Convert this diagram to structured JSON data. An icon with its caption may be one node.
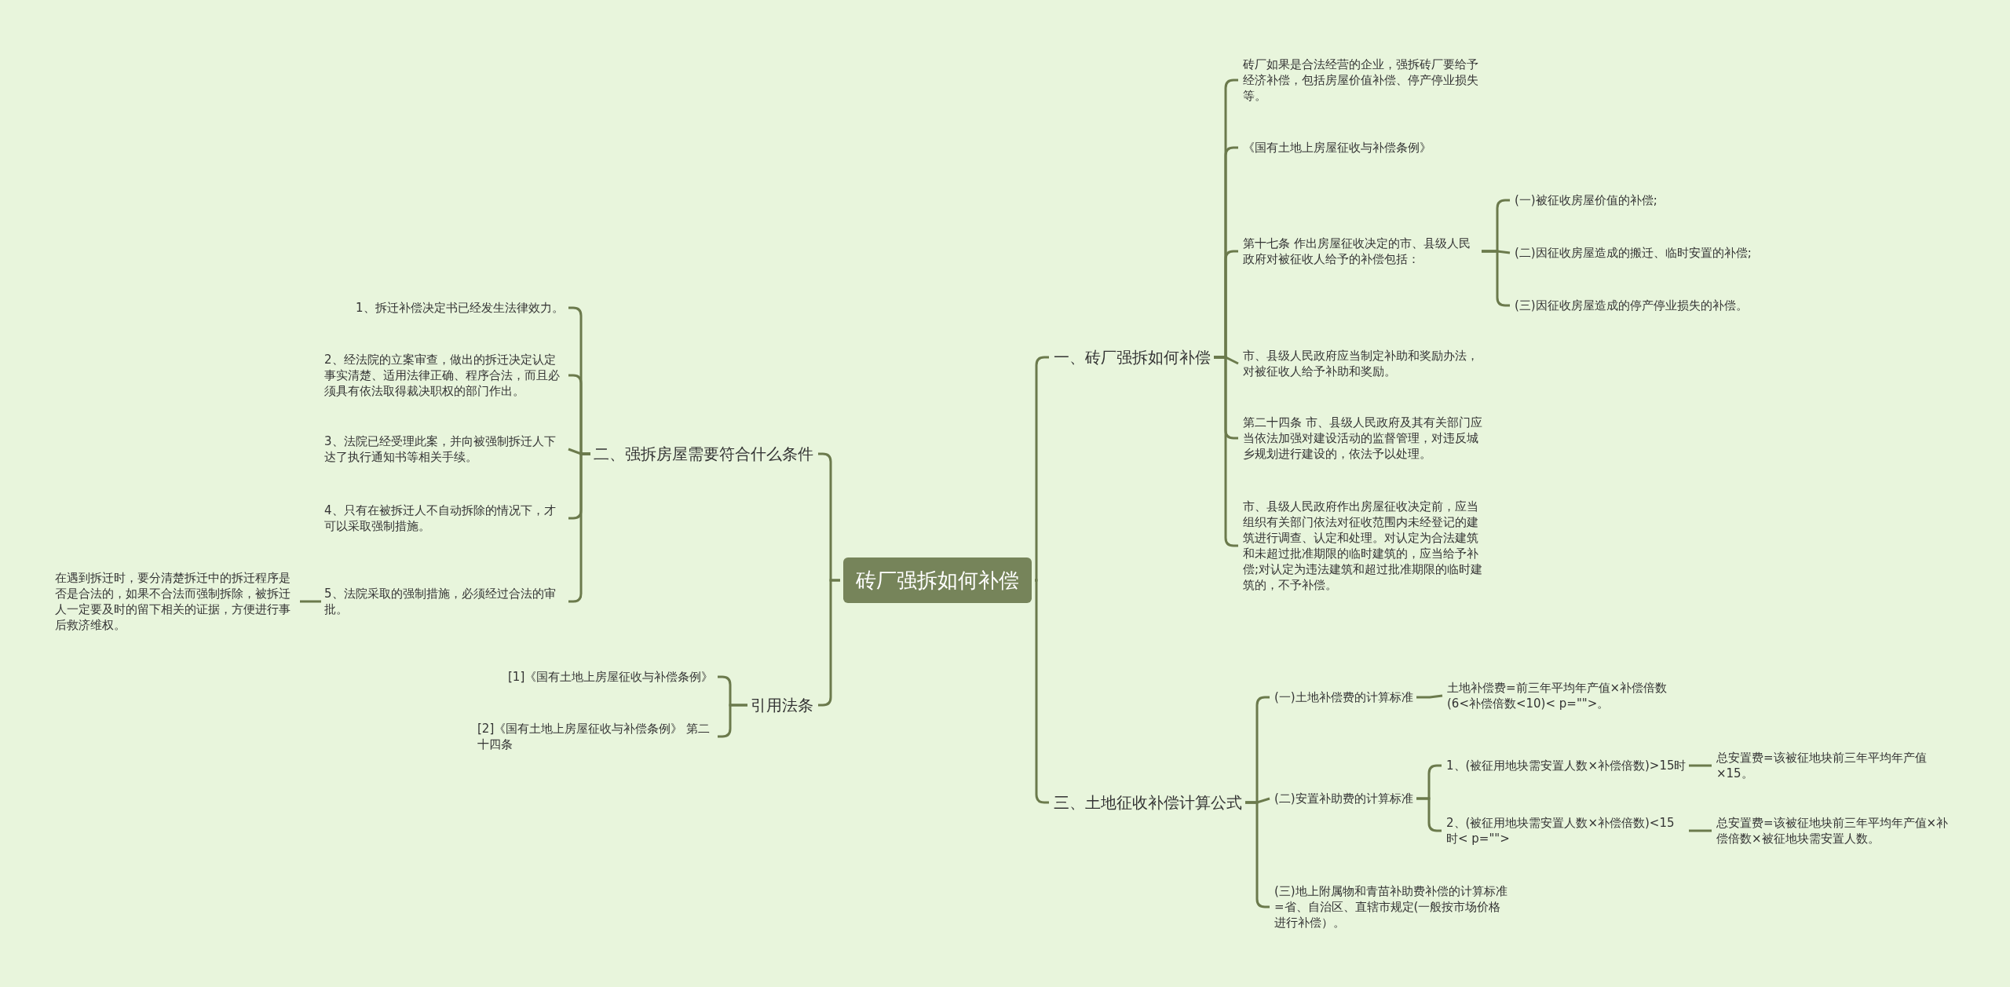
{
  "diagram": {
    "nodes": [
      {
        "text": [
          "砖厂强拆如何补偿"
        ]
      },
      {
        "text": [
          "一、砖厂强拆如何补偿"
        ]
      },
      {
        "text": [
          "二、强拆房屋需要符合什么条件"
        ]
      },
      {
        "text": [
          "引用法条"
        ]
      },
      {
        "text": [
          "三、土地征收补偿计算公式"
        ]
      },
      {
        "text": [
          "砖厂如果是合法经营的企业，强拆砖厂要给予经济补偿，包括房屋价值补偿、停产停业损失等。"
        ]
      },
      {
        "text": [
          "《国有土地上房屋征收与补偿条例》"
        ]
      },
      {
        "text": [
          "第十七条 作出房屋征收决定的市、县级人民政府对被征收人给予的补偿包括："
        ]
      },
      {
        "text": [
          "(一)被征收房屋价值的补偿;"
        ]
      },
      {
        "text": [
          "(二)因征收房屋造成的搬迁、临时安置的补偿;"
        ]
      },
      {
        "text": [
          "(三)因征收房屋造成的停产停业损失的补偿。"
        ]
      },
      {
        "text": [
          "市、县级人民政府应当制定补助和奖励办法，对被征收人给予补助和奖励。"
        ]
      },
      {
        "text": [
          "第二十四条 市、县级人民政府及其有关部门应当依法加强对建设活动的监督管理，对违反城乡规划进行建设的，依法予以处理。"
        ]
      },
      {
        "text": [
          "市、县级人民政府作出房屋征收决定前，应当组织有关部门依法对征收范围内未经登记的建筑进行调查、认定和处理。对认定为合法建筑和未超过批准期限的临时建筑的，应当给予补偿;对认定为违法建筑和超过批准期限的临时建筑的，不予补偿。"
        ]
      },
      {
        "text": [
          "1、拆迁补偿决定书已经发生法律效力。"
        ]
      },
      {
        "text": [
          "2、经法院的立案审查，做出的拆迁决定认定事实清楚、适用法律正确、程序合法，而且必须具有依法取得裁决职权的部门作出。"
        ]
      },
      {
        "text": [
          "3、法院已经受理此案，并向被强制拆迁人下达了执行通知书等相关手续。"
        ]
      },
      {
        "text": [
          "4、只有在被拆迁人不自动拆除的情况下，才可以采取强制措施。"
        ]
      },
      {
        "text": [
          "5、法院采取的强制措施，必须经过合法的审批。"
        ]
      },
      {
        "text": [
          "在遇到拆迁时，要分清楚拆迁中的拆迁程序是否是合法的，如果不合法而强制拆除，被拆迁人一定要及时的留下相关的证据，方便进行事后救济维权。"
        ]
      },
      {
        "text": [
          "[1]《国有土地上房屋征收与补偿条例》"
        ]
      },
      {
        "text": [
          "[2]《国有土地上房屋征收与补偿条例》 第二十四条"
        ]
      },
      {
        "text": [
          "(一)土地补偿费的计算标准"
        ]
      },
      {
        "text": [
          "土地补偿费=前三年平均年产值×补偿倍数(6<补偿倍数<10)< p=\"\">。"
        ]
      },
      {
        "text": [
          "(二)安置补助费的计算标准"
        ]
      },
      {
        "text": [
          "1、(被征用地块需安置人数×补偿倍数)>15时"
        ]
      },
      {
        "text": [
          "总安置费=该被征地块前三年平均年产值×15。"
        ]
      },
      {
        "text": [
          "2、(被征用地块需安置人数×补偿倍数)<15时< p=\"\">"
        ]
      },
      {
        "text": [
          "总安置费=该被征地块前三年平均年产值×补偿倍数×被征地块需安置人数。"
        ]
      },
      {
        "text": [
          "(三)地上附属物和青苗补助费补偿的计算标准=省、自治区、直辖市规定(一般按市场价格进行补偿）。"
        ]
      }
    ],
    "edges": [
      {
        "from": 0,
        "to": 1,
        "arrow": "none"
      },
      {
        "from": 0,
        "to": 2,
        "arrow": "none"
      },
      {
        "from": 0,
        "to": 3,
        "arrow": "none"
      },
      {
        "from": 0,
        "to": 4,
        "arrow": "none"
      },
      {
        "from": 1,
        "to": 5,
        "arrow": "none"
      },
      {
        "from": 1,
        "to": 6,
        "arrow": "none"
      },
      {
        "from": 1,
        "to": 7,
        "arrow": "none"
      },
      {
        "from": 7,
        "to": 8,
        "arrow": "none"
      },
      {
        "from": 7,
        "to": 9,
        "arrow": "none"
      },
      {
        "from": 7,
        "to": 10,
        "arrow": "none"
      },
      {
        "from": 1,
        "to": 11,
        "arrow": "none"
      },
      {
        "from": 1,
        "to": 12,
        "arrow": "none"
      },
      {
        "from": 1,
        "to": 13,
        "arrow": "none"
      },
      {
        "from": 2,
        "to": 14,
        "arrow": "none"
      },
      {
        "from": 2,
        "to": 15,
        "arrow": "none"
      },
      {
        "from": 2,
        "to": 16,
        "arrow": "none"
      },
      {
        "from": 2,
        "to": 17,
        "arrow": "none"
      },
      {
        "from": 2,
        "to": 18,
        "arrow": "none"
      },
      {
        "from": 18,
        "to": 19,
        "arrow": "none"
      },
      {
        "from": 3,
        "to": 20,
        "arrow": "none"
      },
      {
        "from": 3,
        "to": 21,
        "arrow": "none"
      },
      {
        "from": 4,
        "to": 22,
        "arrow": "none"
      },
      {
        "from": 22,
        "to": 23,
        "arrow": "none"
      },
      {
        "from": 4,
        "to": 24,
        "arrow": "none"
      },
      {
        "from": 24,
        "to": 25,
        "arrow": "none"
      },
      {
        "from": 25,
        "to": 26,
        "arrow": "none"
      },
      {
        "from": 24,
        "to": 27,
        "arrow": "none"
      },
      {
        "from": 27,
        "to": 28,
        "arrow": "none"
      },
      {
        "from": 4,
        "to": 29,
        "arrow": "none"
      }
    ]
  }
}
